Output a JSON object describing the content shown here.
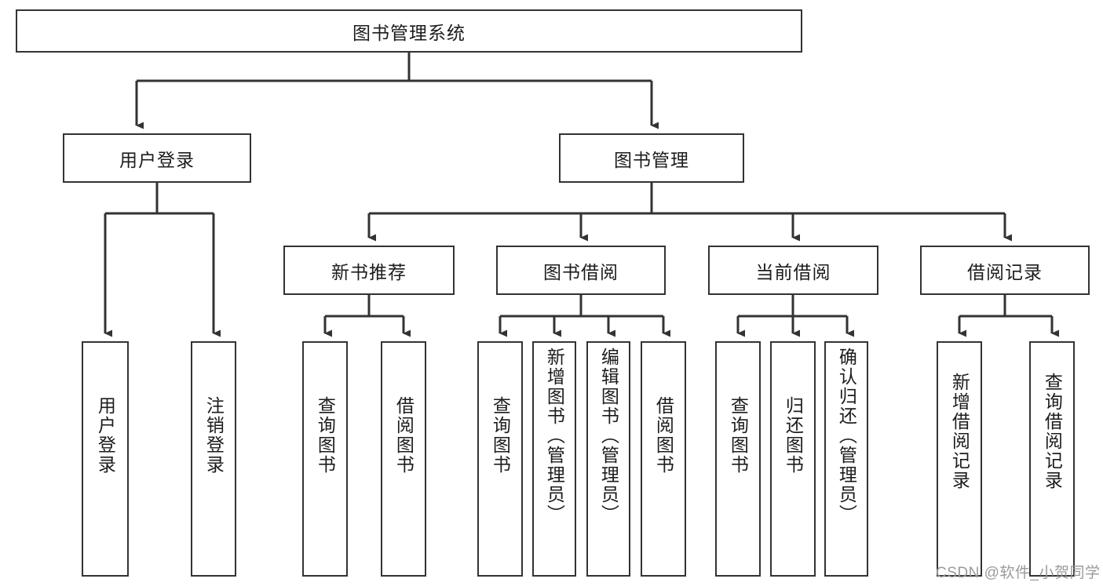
{
  "diagram": {
    "title": "图书管理系统",
    "type": "tree-hierarchy-chart",
    "root": {
      "id": "root",
      "label": "图书管理系统"
    },
    "level2": [
      {
        "id": "user-login",
        "label": "用户登录"
      },
      {
        "id": "book-management",
        "label": "图书管理"
      }
    ],
    "level3": [
      {
        "id": "new-book-recommend",
        "label": "新书推荐"
      },
      {
        "id": "book-borrow",
        "label": "图书借阅"
      },
      {
        "id": "current-borrow",
        "label": "当前借阅"
      },
      {
        "id": "borrow-record",
        "label": "借阅记录"
      }
    ],
    "leaves": {
      "user_login": [
        {
          "id": "leaf-user-login",
          "label": "用户登录"
        },
        {
          "id": "leaf-user-logout",
          "label": "注销登录"
        }
      ],
      "new_book_recommend": [
        {
          "id": "leaf-query-book-1",
          "label": "查询图书"
        },
        {
          "id": "leaf-borrow-book-1",
          "label": "借阅图书"
        }
      ],
      "book_borrow": [
        {
          "id": "leaf-query-book-2",
          "label": "查询图书"
        },
        {
          "id": "leaf-add-book",
          "label": "新增图书（管理员）"
        },
        {
          "id": "leaf-edit-book",
          "label": "编辑图书（管理员）"
        },
        {
          "id": "leaf-borrow-book-2",
          "label": "借阅图书"
        }
      ],
      "current_borrow": [
        {
          "id": "leaf-query-book-3",
          "label": "查询图书"
        },
        {
          "id": "leaf-return-book",
          "label": "归还图书"
        },
        {
          "id": "leaf-confirm-return",
          "label": "确认归还（管理员）"
        }
      ],
      "borrow_record": [
        {
          "id": "leaf-add-record",
          "label": "新增借阅记录"
        },
        {
          "id": "leaf-query-record",
          "label": "查询借阅记录"
        }
      ]
    },
    "watermark": "CSDN @软件_小贺同学",
    "colors": {
      "border": "#333333",
      "text": "#1c1c1c",
      "background": "#ffffff",
      "watermark": "#9a9a9a"
    }
  }
}
